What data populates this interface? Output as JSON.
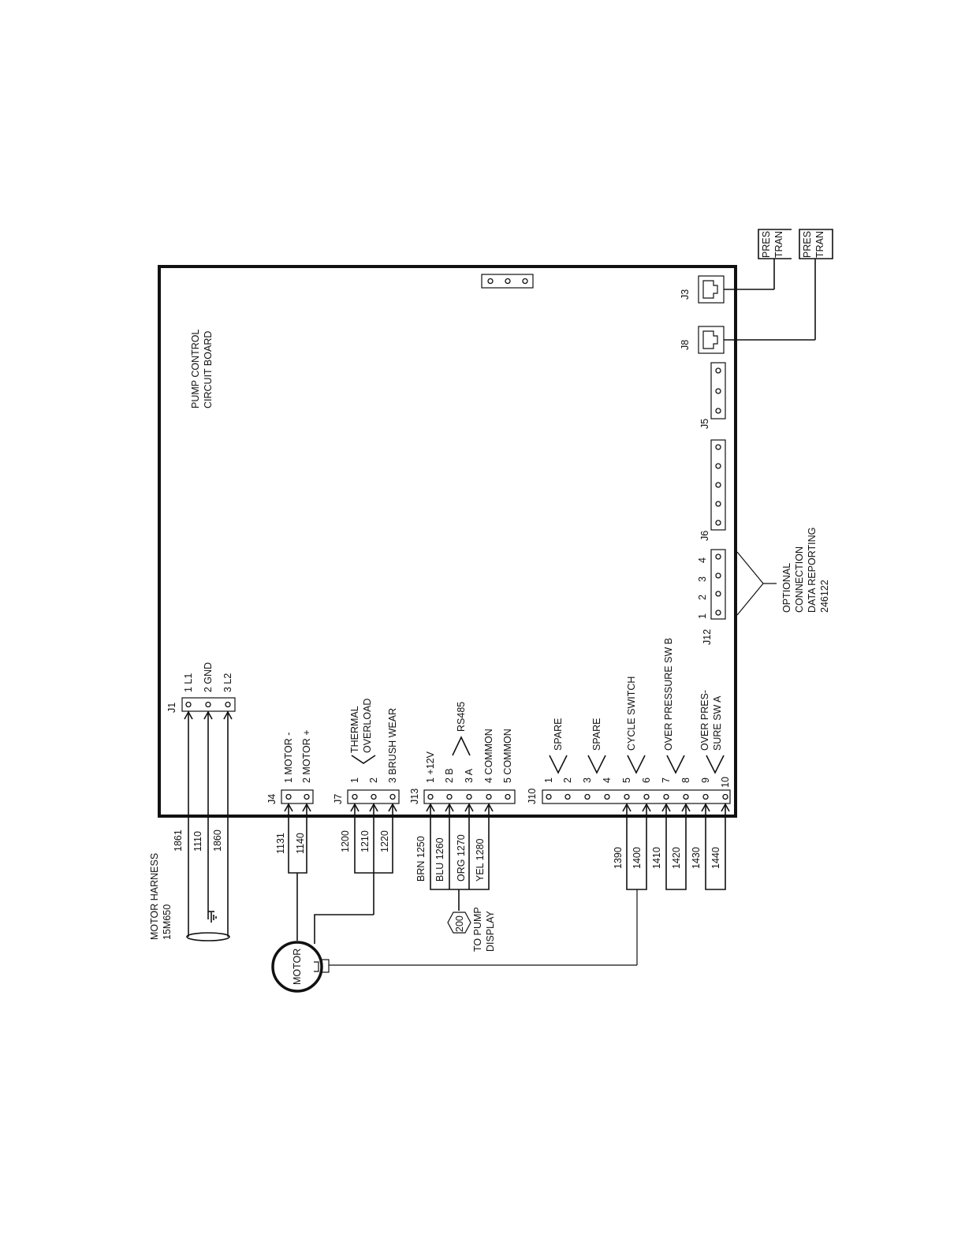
{
  "board": {
    "title_line1": "PUMP CONTROL",
    "title_line2": "CIRCUIT BOARD"
  },
  "motor_harness": {
    "line1": "MOTOR HARNESS",
    "line2": "15M650"
  },
  "motor_label": "MOTOR",
  "display": {
    "badge": "200",
    "line1": "TO PUMP",
    "line2": "DISPLAY"
  },
  "optional": {
    "line1": "OPTIONAL",
    "line2": "CONNECTION",
    "line3": "DATA REPORTING",
    "line4": "246122"
  },
  "transducers": {
    "top1": "PRES",
    "top2": "TRAN",
    "bottom1": "PRES",
    "bottom2": "TRAN"
  },
  "connectors": {
    "J1": {
      "name": "J1",
      "pins": [
        "1 L1",
        "2 GND",
        "3 L2"
      ]
    },
    "J4": {
      "name": "J4",
      "pins": [
        "1 MOTOR -",
        "2 MOTOR +"
      ]
    },
    "J7": {
      "name": "J7",
      "pins": [
        "1",
        "2",
        "3 BRUSH WEAR"
      ],
      "group": [
        "THERMAL",
        "OVERLOAD"
      ]
    },
    "J13": {
      "name": "J13",
      "pins": [
        "1 +12V",
        "2 B",
        "3 A",
        "4 COMMON",
        "5 COMMON"
      ],
      "group": "RS485"
    },
    "J10": {
      "name": "J10",
      "pins": [
        "1",
        "2",
        "3",
        "4",
        "5",
        "6",
        "7",
        "8",
        "9",
        "10"
      ],
      "groups": [
        "SPARE",
        "SPARE",
        "CYCLE SWITCH",
        "OVER PRESSURE SW B",
        "OVER PRES-",
        "SURE SW A"
      ]
    },
    "J12": {
      "name": "J12",
      "pins": [
        "1",
        "2",
        "3",
        "4"
      ]
    },
    "J6": {
      "name": "J6"
    },
    "J5": {
      "name": "J5"
    },
    "J8": {
      "name": "J8"
    },
    "J3": {
      "name": "J3"
    }
  },
  "wires": {
    "J1": [
      "1861",
      "1110",
      "1860"
    ],
    "J4": [
      "1131",
      "1140"
    ],
    "J7": [
      "1200",
      "1210",
      "1220"
    ],
    "J13": [
      "BRN 1250",
      "BLU 1260",
      "ORG 1270",
      "YEL 1280"
    ],
    "J10": [
      "1390",
      "1400",
      "1410",
      "1420",
      "1430",
      "1440"
    ]
  }
}
